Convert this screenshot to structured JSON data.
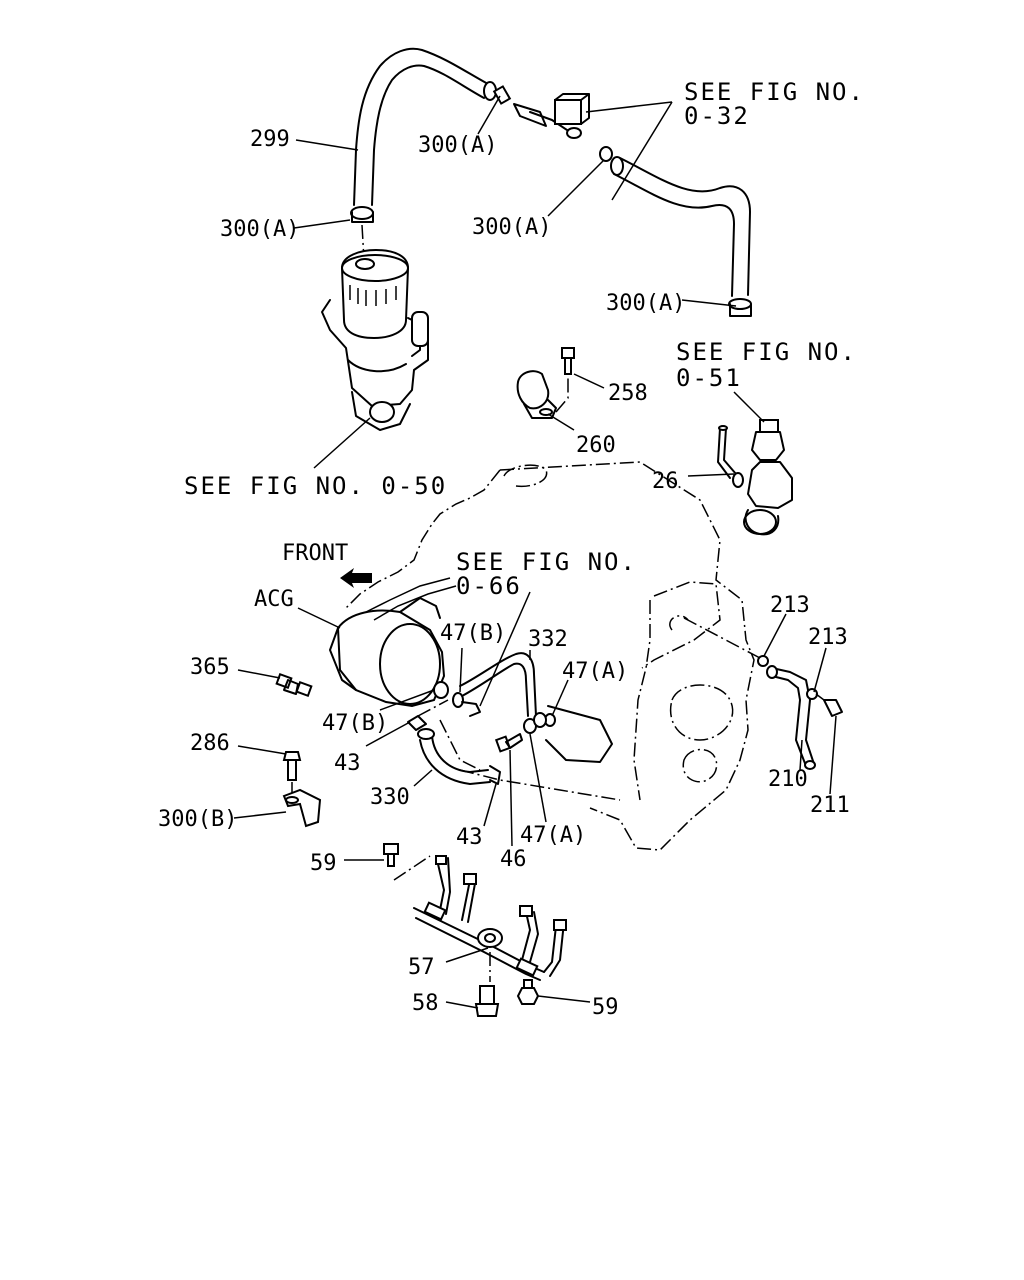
{
  "figure_refs": [
    {
      "id": "fig-0-32",
      "line1": "SEE FIG NO.",
      "line2": "0-32"
    },
    {
      "id": "fig-0-51",
      "line1": "SEE FIG NO.",
      "line2": "0-51"
    },
    {
      "id": "fig-0-50",
      "line1": "SEE FIG NO. 0-50"
    },
    {
      "id": "fig-0-66",
      "line1": "SEE FIG NO.",
      "line2": "0-66"
    }
  ],
  "labels": {
    "p299": "299",
    "p300a_1": "300(A)",
    "p300a_2": "300(A)",
    "p300a_3": "300(A)",
    "p300a_4": "300(A)",
    "p258": "258",
    "p260": "260",
    "p26": "26",
    "front": "FRONT",
    "acg": "ACG",
    "p365": "365",
    "p47b_1": "47(B)",
    "p47b_2": "47(B)",
    "p332": "332",
    "p47a_1": "47(A)",
    "p47a_2": "47(A)",
    "p43_1": "43",
    "p43_2": "43",
    "p286": "286",
    "p330": "330",
    "p300b": "300(B)",
    "p46": "46",
    "p213_1": "213",
    "p213_2": "213",
    "p210": "210",
    "p211": "211",
    "p59_1": "59",
    "p59_2": "59",
    "p57": "57",
    "p58": "58"
  }
}
